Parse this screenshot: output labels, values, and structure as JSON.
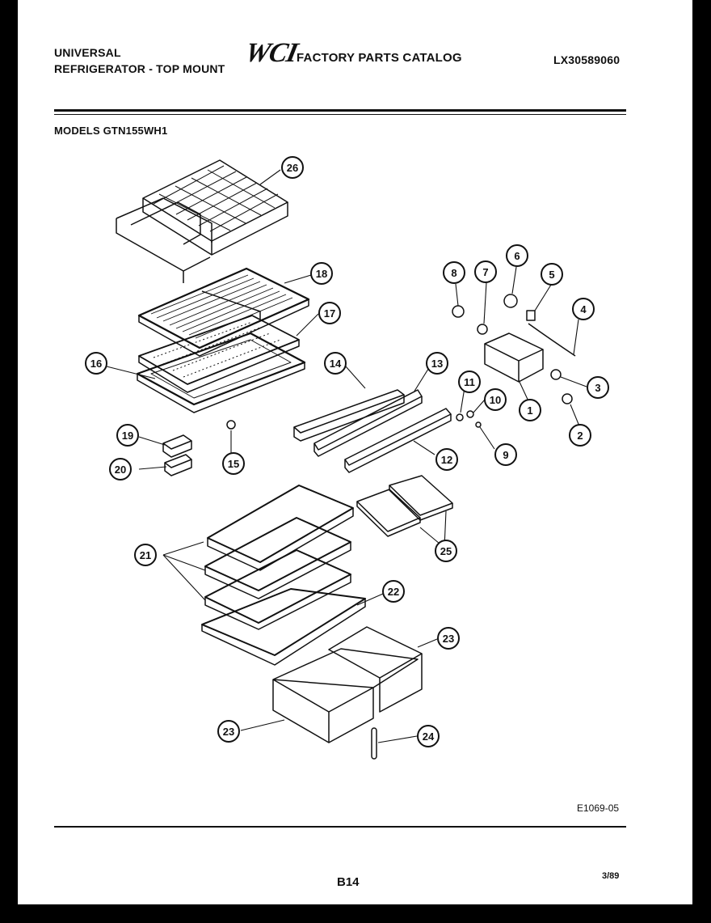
{
  "header": {
    "brand_line1": "UNIVERSAL",
    "brand_line2": "REFRIGERATOR - TOP MOUNT",
    "logo_text": "WCI",
    "catalog_title": "FACTORY PARTS CATALOG",
    "catalog_number": "LX30589060",
    "models_label": "MODELS GTN155WH1"
  },
  "callouts": [
    "1",
    "2",
    "3",
    "4",
    "5",
    "6",
    "7",
    "8",
    "9",
    "10",
    "11",
    "12",
    "13",
    "14",
    "15",
    "16",
    "17",
    "18",
    "19",
    "20",
    "21",
    "22",
    "23",
    "23",
    "24",
    "25",
    "26"
  ],
  "footer": {
    "drawing_code": "E1069-05",
    "page_number": "B14",
    "date": "3/89"
  }
}
